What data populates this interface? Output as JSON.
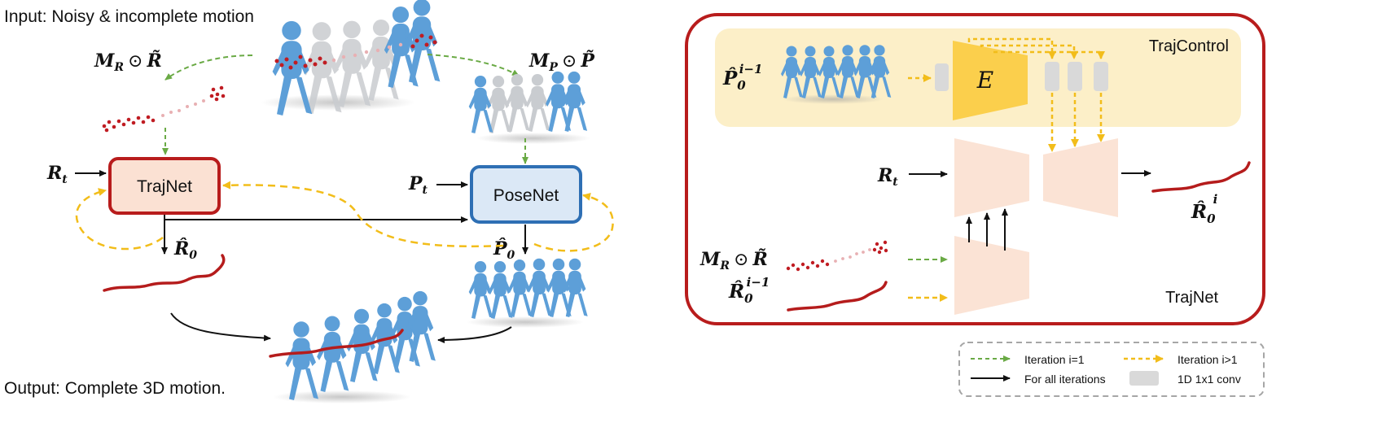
{
  "left": {
    "input_caption": "Input: Noisy & incomplete motion",
    "output_caption": "Output: Complete 3D motion.",
    "masked_traj_label": {
      "base": "M",
      "sub": "R",
      "op": "⊙",
      "sym": "R̃"
    },
    "masked_pose_label": {
      "base": "M",
      "sub": "P",
      "op": "⊙",
      "sym": "P̃"
    },
    "traj_net_label": "TrajNet",
    "pose_net_label": "PoseNet",
    "r_t_label": {
      "base": "R",
      "sub": "t"
    },
    "p_t_label": {
      "base": "P",
      "sub": "t"
    },
    "r0_label": {
      "base": "R̂",
      "sub": "0"
    },
    "p0_label": {
      "base": "P̂",
      "sub": "0"
    }
  },
  "right": {
    "traj_control_label": "TrajControl",
    "traj_net_label": "TrajNet",
    "encoder_label": "E",
    "p_prev_label": {
      "base": "P̂",
      "sub": "0",
      "sup": "i−1"
    },
    "r_t_label": {
      "base": "R",
      "sub": "t"
    },
    "masked_traj_label": {
      "base": "M",
      "sub": "R",
      "op": "⊙",
      "sym": "R̃"
    },
    "r_prev_label": {
      "base": "R̂",
      "sub": "0",
      "sup": "i−1"
    },
    "r_out_label": {
      "base": "R̂",
      "sub": "0",
      "sup": "i"
    }
  },
  "legend": {
    "items": [
      {
        "label": "Iteration i=1"
      },
      {
        "label": "Iteration i>1"
      },
      {
        "label": "For all iterations"
      },
      {
        "label": "1D 1x1 conv"
      }
    ]
  },
  "colors": {
    "green": "#6aaa45",
    "yellow": "#f2bd1a",
    "red_frame": "#b81c1c",
    "traj_red": "#b51c1c",
    "human_blue": "#5d9fd8",
    "human_gray": "#c9ccd0",
    "trajnet_fill": "#fbe1d3",
    "posenet_fill": "#dbe8f6",
    "posenet_border": "#2e6fb4",
    "trajcontrol_bg": "#fcefc8",
    "encoder_fill": "#fbcf4c",
    "module_fill": "#fbe3d5",
    "conv_gray": "#d9d9d9"
  }
}
